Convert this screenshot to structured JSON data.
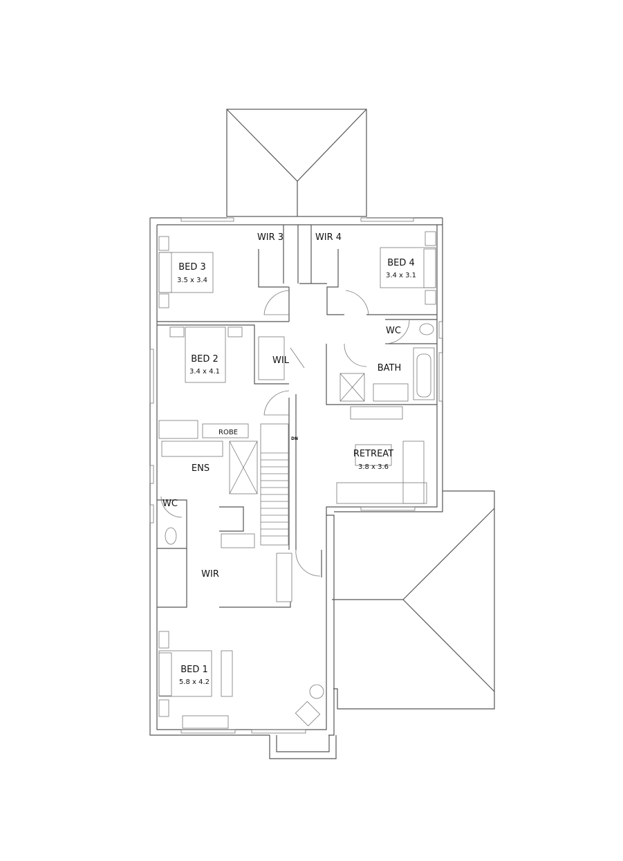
{
  "rooms": {
    "wir3": {
      "label": "WIR 3"
    },
    "wir4": {
      "label": "WIR 4"
    },
    "bed3": {
      "label": "BED 3",
      "size": "3.5 x 3.4"
    },
    "bed4": {
      "label": "BED 4",
      "size": "3.4 x 3.1"
    },
    "bed2": {
      "label": "BED 2",
      "size": "3.4 x 4.1"
    },
    "wil": {
      "label": "WIL"
    },
    "wc_upper": {
      "label": "WC"
    },
    "bath": {
      "label": "BATH"
    },
    "robe": {
      "label": "ROBE"
    },
    "stairs": {
      "label": "DN"
    },
    "retreat": {
      "label": "RETREAT",
      "size": "3.8 x 3.6"
    },
    "ens": {
      "label": "ENS"
    },
    "wc_ens": {
      "label": "WC"
    },
    "wir": {
      "label": "WIR"
    },
    "bed1": {
      "label": "BED 1",
      "size": "5.8 x 4.2"
    }
  },
  "colors": {
    "line": "#555555",
    "background": "#ffffff",
    "text": "#111111"
  }
}
